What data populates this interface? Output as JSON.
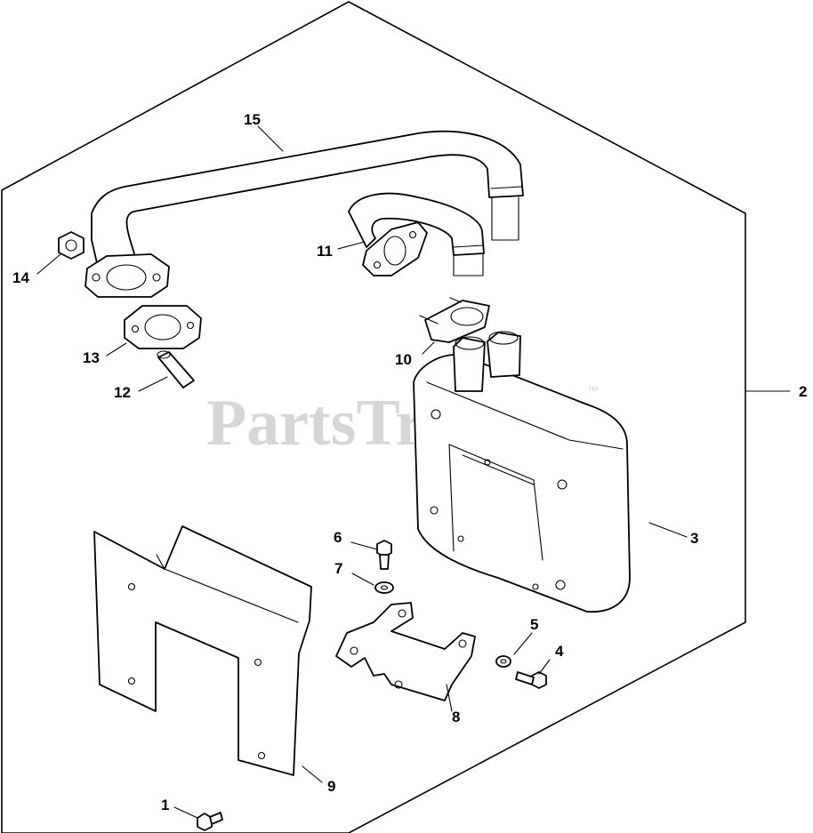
{
  "watermark": {
    "brand": "PartsTree",
    "trademark": "™"
  },
  "callouts": {
    "c1": "1",
    "c2": "2",
    "c3": "3",
    "c4": "4",
    "c5": "5",
    "c6": "6",
    "c7": "7",
    "c8": "8",
    "c9": "9",
    "c10": "10",
    "c11": "11",
    "c12": "12",
    "c13": "13",
    "c14": "14",
    "c15": "15"
  }
}
